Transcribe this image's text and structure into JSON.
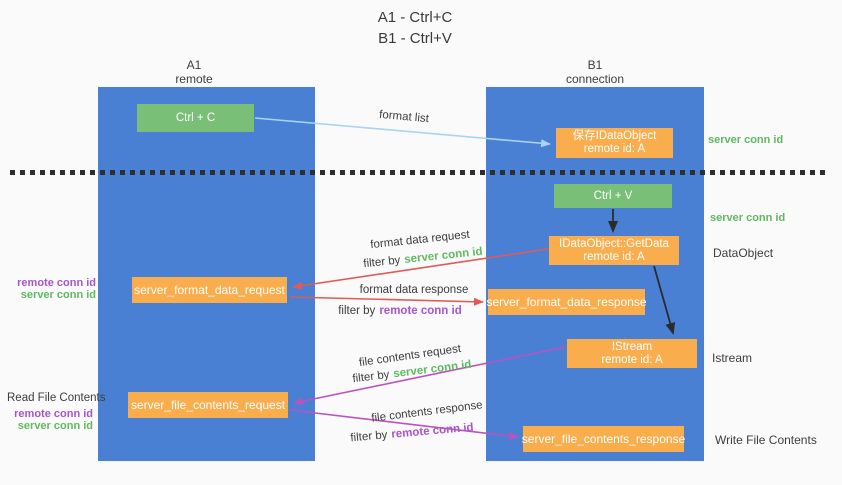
{
  "title": {
    "line1": "A1 - Ctrl+C",
    "line2": "B1 - Ctrl+V"
  },
  "lanes": {
    "left": {
      "name": "A1",
      "role": "remote"
    },
    "right": {
      "name": "B1",
      "role": "connection"
    }
  },
  "nodes": {
    "ctrl_c": {
      "label": "Ctrl + C"
    },
    "ctrl_v": {
      "label": "Ctrl + V"
    },
    "save_dataobject": {
      "line1": "保存IDataObject",
      "line2": "remote id: A"
    },
    "getdata": {
      "line1": "IDataObject::GetData",
      "line2": "remote id: A"
    },
    "istream": {
      "line1": "IStream",
      "line2": "remote id: A"
    },
    "server_format_data_request": {
      "label": "server_format_data_request"
    },
    "server_format_data_response": {
      "label": "server_format_data_response"
    },
    "server_file_contents_request": {
      "label": "server_file_contents_request"
    },
    "server_file_contents_response": {
      "label": "server_file_contents_response"
    }
  },
  "messages": {
    "format_list": "format list",
    "format_data_request": "format data request",
    "format_data_response": "format data response",
    "file_contents_request": "file contents request",
    "file_contents_response": "file contents response",
    "filter_by": "filter by",
    "server_conn_id": "server conn id",
    "remote_conn_id": "remote conn id"
  },
  "annotations": {
    "server_conn_id_top": "server conn id",
    "server_conn_id_mid": "server conn id",
    "dataobject": "DataObject",
    "istream": "Istream",
    "write_file_contents": "Write File Contents",
    "read_file_contents": "Read File Contents",
    "remote_conn_id_format": "remote conn id",
    "server_conn_id_format": "server conn id",
    "remote_conn_id_file": "remote conn id",
    "server_conn_id_file": "server conn id"
  },
  "colors": {
    "lane_blue": "#4a80d4",
    "node_green": "#7abf78",
    "node_orange": "#f9ad4d",
    "arrow_lightblue": "#a9d3f2",
    "arrow_red": "#e05a56",
    "arrow_magenta": "#ba52c0",
    "arrow_black": "#2b2b2b",
    "label_gray": "#3d3d3d",
    "label_green": "#5fb95f",
    "label_purple": "#a855cc",
    "background": "#fafafa"
  }
}
